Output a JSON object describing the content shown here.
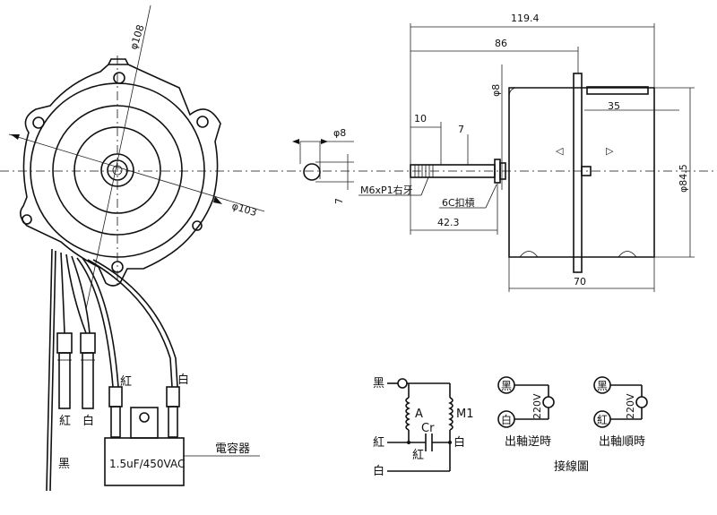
{
  "front_view": {
    "dim_phi108": "φ108",
    "dim_phi103": "φ103"
  },
  "shaft_end": {
    "dim_phi8": "φ8",
    "dim_7": "7"
  },
  "side_view": {
    "dim_119_4": "119.4",
    "dim_86": "86",
    "dim_phi8": "φ8",
    "dim_10": "10",
    "dim_7": "7",
    "dim_35": "35",
    "dim_phi84_5": "φ84.5",
    "dim_42_3": "42.3",
    "dim_70": "70",
    "label_thread": "M6xP1右牙",
    "label_nut": "6C扣槓"
  },
  "wires": {
    "black": "黑",
    "red": "紅",
    "white": "白",
    "red2": "紅",
    "white2": "白"
  },
  "capacitor": {
    "rating": "1.5uF/450VAC",
    "callout": "電容器"
  },
  "schematic": {
    "black": "黑",
    "red": "紅",
    "white": "白",
    "winding_a": "A",
    "winding_m1": "M1",
    "cap": "Cr",
    "cap_red": "紅",
    "cap_white": "白",
    "title": "接線圖"
  },
  "ccw_diagram": {
    "top": "黑",
    "bottom": "白",
    "voltage": "220V",
    "caption": "出軸逆時"
  },
  "cw_diagram": {
    "top": "黑",
    "bottom": "紅",
    "voltage": "220V",
    "caption": "出軸順時"
  }
}
